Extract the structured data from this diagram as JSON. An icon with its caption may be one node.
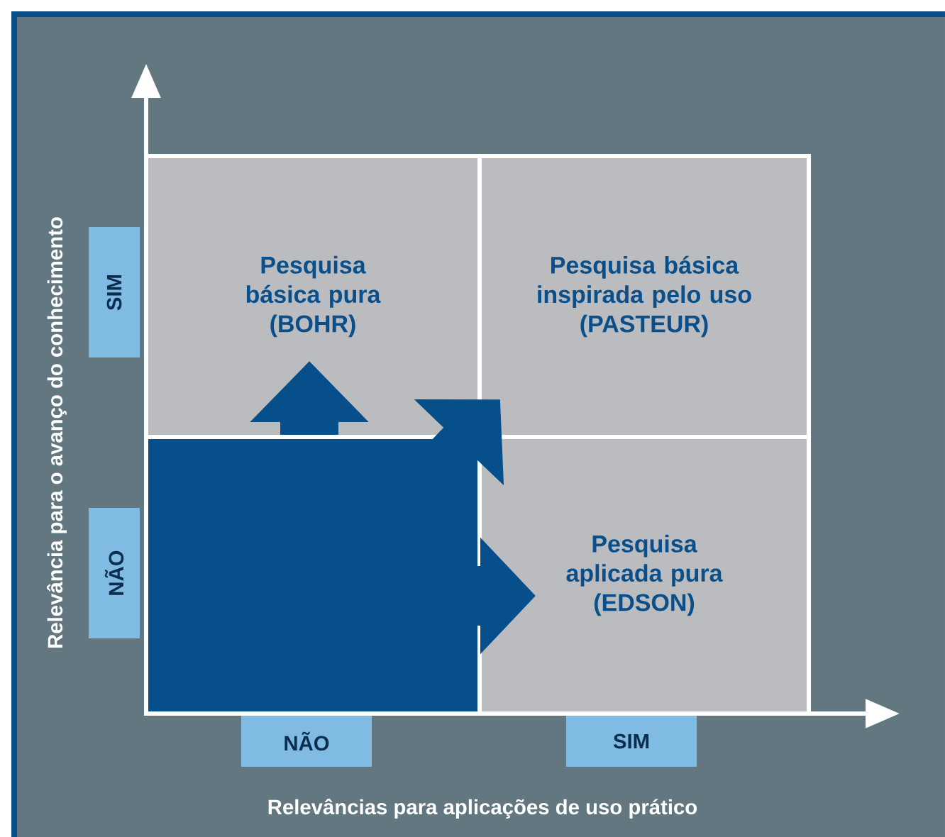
{
  "diagram": {
    "nodes": [
      {
        "text": [
          "Pesquisa básica pura",
          "(BOHR)"
        ]
      },
      {
        "text": [
          "Pesquisa básica inspirada pelo uso",
          "(PASTEUR)"
        ]
      },
      {
        "text": [
          "Pesquisa aplicada pura",
          "(EDSON)"
        ]
      },
      {
        "text": [],
        "shape": "box"
      }
    ],
    "edges": [
      {
        "from": 3,
        "to": 0,
        "arrow": "to"
      },
      {
        "from": 3,
        "to": 1,
        "arrow": "to"
      },
      {
        "from": 3,
        "to": 2,
        "arrow": "to"
      }
    ],
    "labels": [
      "Relevância para o avanço do conhecimento",
      "SIM",
      "NÃO",
      "NÃO",
      "SIM",
      "Relevâncias para aplicações de uso prático"
    ]
  }
}
